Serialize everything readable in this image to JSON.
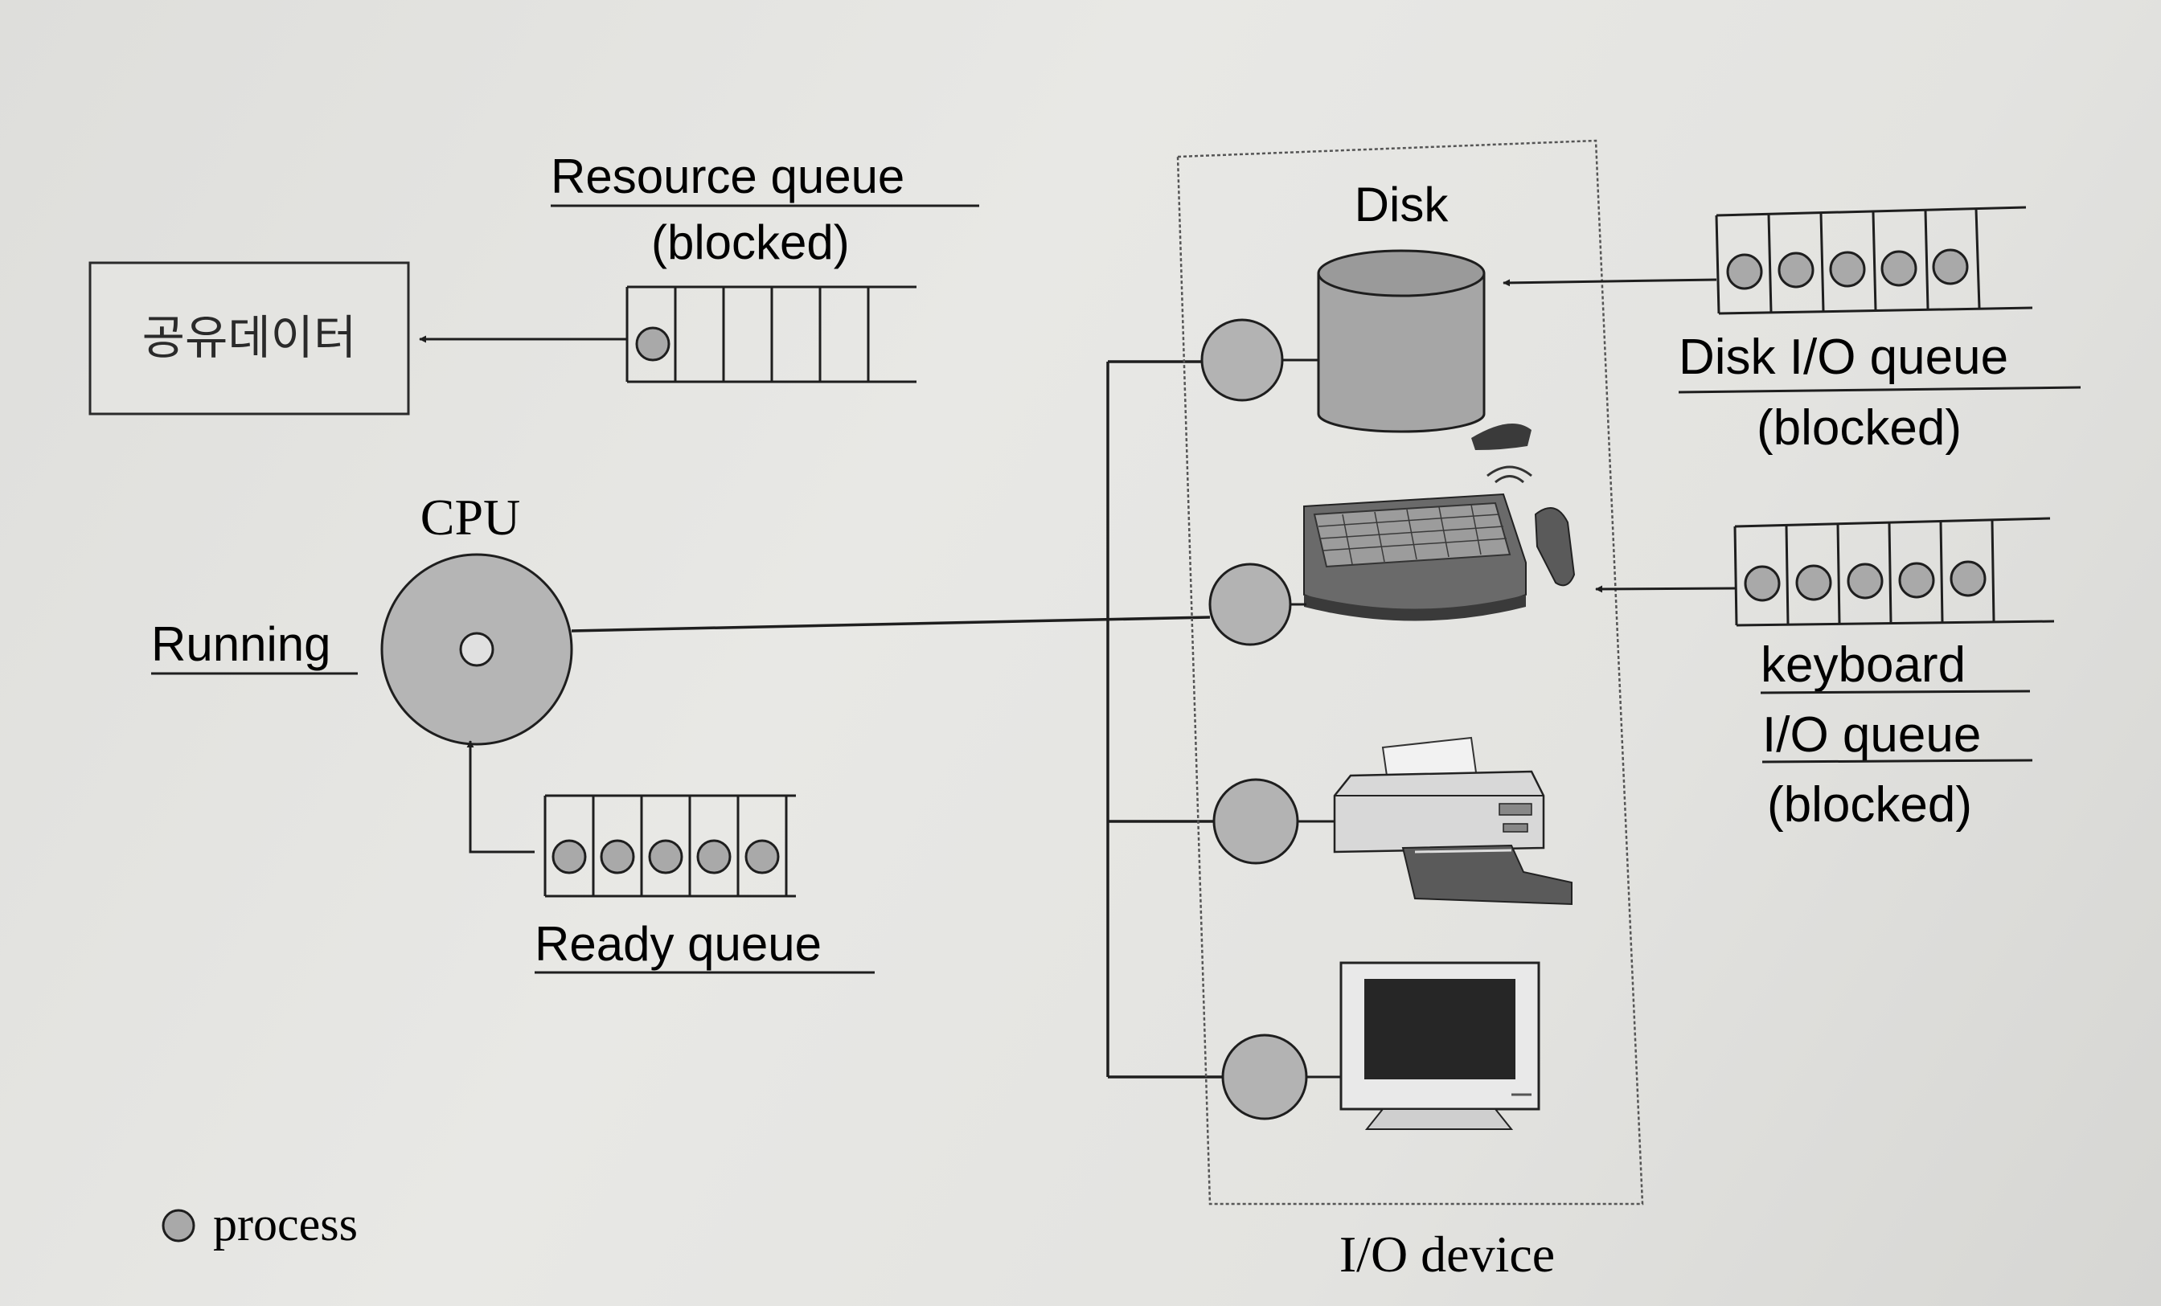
{
  "shared_data": {
    "label": "공유데이터"
  },
  "resource_queue": {
    "title": "Resource queue",
    "state": "(blocked)"
  },
  "cpu": {
    "title": "CPU",
    "state_label": "Running"
  },
  "ready_queue": {
    "title": "Ready queue"
  },
  "disk": {
    "title": "Disk"
  },
  "disk_queue": {
    "title": "Disk I/O queue",
    "state": "(blocked)"
  },
  "keyboard_queue": {
    "title_line1": "keyboard",
    "title_line2": "I/O queue",
    "state": "(blocked)"
  },
  "io_device": {
    "title": "I/O device"
  },
  "legend": {
    "label": "process"
  },
  "colors": {
    "ink": "#1e1e1e",
    "process_fill": "#a9a9a9",
    "node_fill": "#b3b3b3",
    "disk_fill": "#a6a6a6"
  },
  "icons": [
    "disk-cylinder-icon",
    "keyboard-icon",
    "mouse-icon",
    "printer-icon",
    "monitor-icon"
  ]
}
